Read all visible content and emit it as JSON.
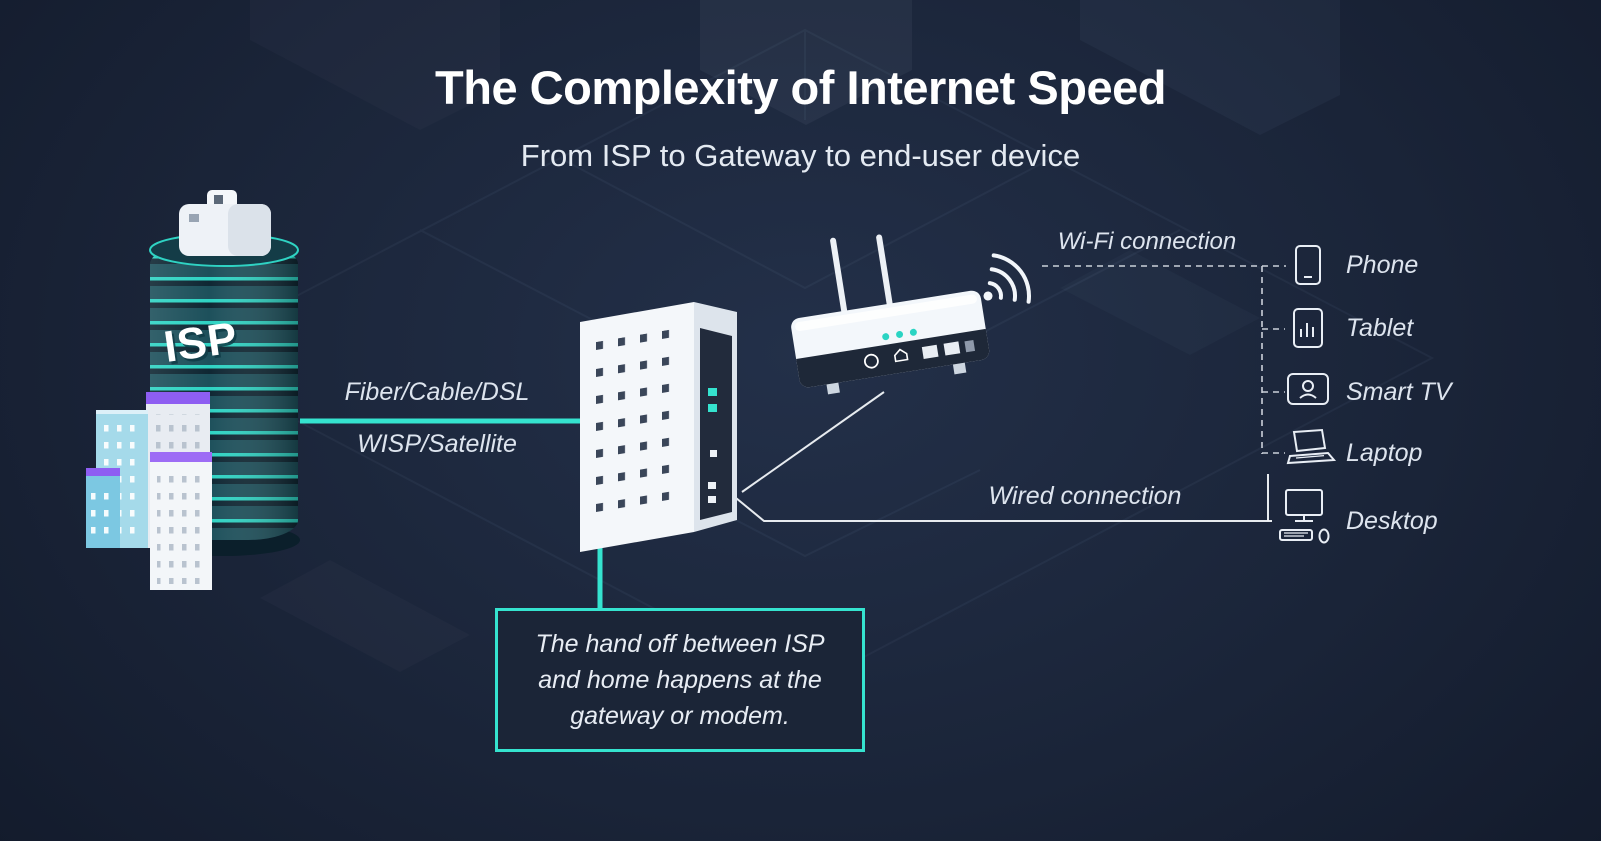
{
  "header": {
    "title": "The Complexity of Internet Speed",
    "subtitle": "From ISP to Gateway to end-user device"
  },
  "isp": {
    "label": "ISP"
  },
  "connections": {
    "line1": "Fiber/Cable/DSL",
    "line2": "WISP/Satellite",
    "wifi_label": "Wi-Fi connection",
    "wired_label": "Wired connection"
  },
  "devices": [
    {
      "label": "Phone"
    },
    {
      "label": "Tablet"
    },
    {
      "label": "Smart TV"
    },
    {
      "label": "Laptop"
    },
    {
      "label": "Desktop"
    }
  ],
  "callout": {
    "text": "The hand off between ISP and home happens at the gateway or modem."
  },
  "colors": {
    "accent_teal": "#35e3cf",
    "accent_purple": "#8e5ef2",
    "background_navy": "#16202f",
    "text_light": "#e8edf4"
  }
}
